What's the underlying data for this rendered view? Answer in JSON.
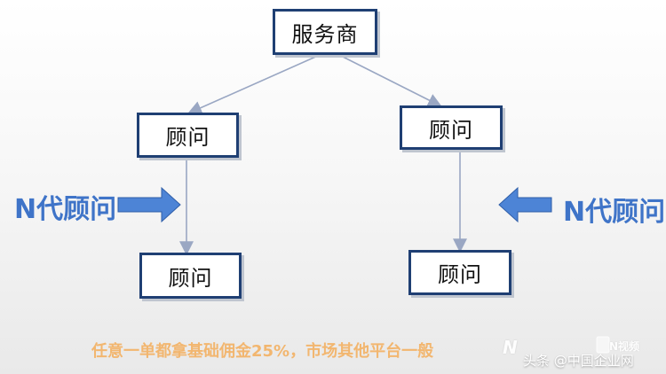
{
  "nodes": {
    "top": "服务商",
    "left_mid": "顾问",
    "right_mid": "顾问",
    "left_bottom": "顾问",
    "right_bottom": "顾问"
  },
  "labels": {
    "left": "N代顾问",
    "right": "N代顾问"
  },
  "note": "任意一单都拿基础佣金25%，市场其他平台一般",
  "watermark": {
    "left": "N",
    "right": "N视频"
  },
  "credit": "头条 @中国企业网",
  "colors": {
    "node_border": "#1f3f73",
    "arrow_blue": "#3f74c8",
    "note_orange": "#f2b66f"
  }
}
